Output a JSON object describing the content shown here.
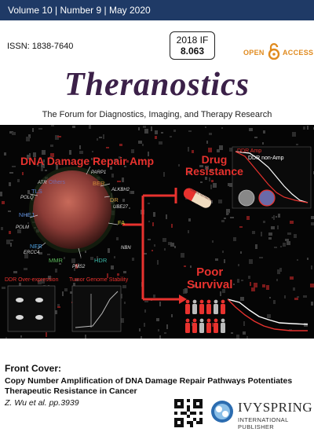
{
  "header": {
    "volume_line": "Volume 10 | Number 9 | May 2020"
  },
  "meta": {
    "issn": "ISSN: 1838-7640",
    "if_year": "2018 IF",
    "if_value": "8.063",
    "open_access_left": "OPEN",
    "open_access_right": "ACCESS"
  },
  "journal": {
    "title": "Theranostics",
    "tagline": "The Forum for Diagnostics, Imaging, and Therapy Research"
  },
  "cover_art": {
    "main_title": "DNA Damage Repair Amp",
    "pathways": [
      "ATR",
      "Others",
      "BER",
      "PARP1",
      "TLS",
      "POLQ",
      "ALKBH2",
      "DR",
      "UBE27",
      "NHEJ",
      "FA",
      "POLM",
      "NBN",
      "NER",
      "ERCC4",
      "MMR",
      "HDR",
      "PMS2"
    ],
    "drug_resistance": [
      "Drug",
      "Resistance"
    ],
    "pill_text": "GENOME INSTABILITY",
    "poor_survival": [
      "Poor",
      "Survival"
    ],
    "legend_amp": "DDR Amp",
    "legend_nonamp": "DDR non-Amp",
    "panel_left": "DDR Over-expression",
    "panel_right": "Tumor Genome Stability",
    "colors": {
      "amp": "#e8322e",
      "nonamp": "#ffffff",
      "accent": "#e8322e"
    }
  },
  "front_cover": {
    "label": "Front Cover:",
    "title": "Copy Number Amplification of DNA Damage Repair Pathways Potentiates Therapeutic Resistance in Cancer",
    "authors": "Z. Wu et al. pp.3939"
  },
  "publisher": {
    "name": "IVYSPRING",
    "subtitle": "INTERNATIONAL PUBLISHER"
  }
}
